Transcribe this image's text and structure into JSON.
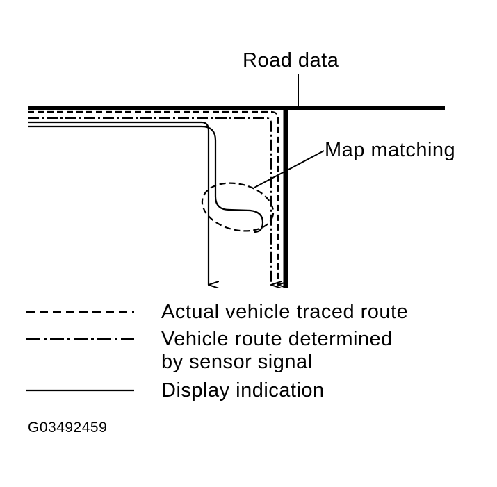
{
  "labels": {
    "road_data": "Road data",
    "map_matching": "Map matching"
  },
  "legend": {
    "actual_route": "Actual vehicle traced route",
    "sensor_route_line1": "Vehicle route determined",
    "sensor_route_line2": "by sensor signal",
    "display_indication": "Display indication"
  },
  "figure_code": "G03492459"
}
